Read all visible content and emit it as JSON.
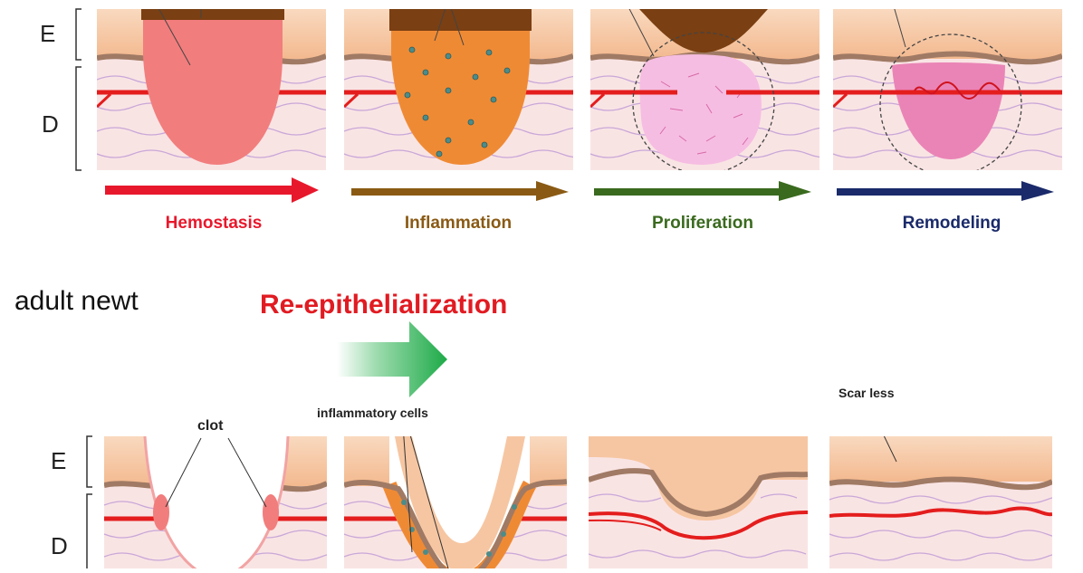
{
  "top": {
    "layer_labels": {
      "epidermis": "E",
      "dermis": "D"
    },
    "stages": [
      {
        "label": "Hemostasis",
        "color": "#e8182c"
      },
      {
        "label": "Inflammation",
        "color": "#8a5a14"
      },
      {
        "label": "Proliferation",
        "color": "#3a6a1e"
      },
      {
        "label": "Remodeling",
        "color": "#1a2a6a"
      }
    ]
  },
  "bottom": {
    "organism_label": "adult newt",
    "process_label": "Re-epithelialization",
    "layer_labels": {
      "epidermis": "E",
      "dermis": "D"
    },
    "annotations": {
      "clot": "clot",
      "inflammatory_cells": "inflammatory cells",
      "scar_less": "Scar less"
    }
  },
  "colors": {
    "epidermis": "#f6c6a2",
    "dermis": "#f9e4e4",
    "basement": "#a07a64",
    "vessel": "#e41d1d",
    "clot": "#f27d7d",
    "inflammation": "#ef8a34",
    "granulation": "#f6bde2",
    "remodel": "#ea84b6",
    "scab": "#7a3f12",
    "process_text": "#e11b22",
    "green_arrow": "#1daa48"
  }
}
